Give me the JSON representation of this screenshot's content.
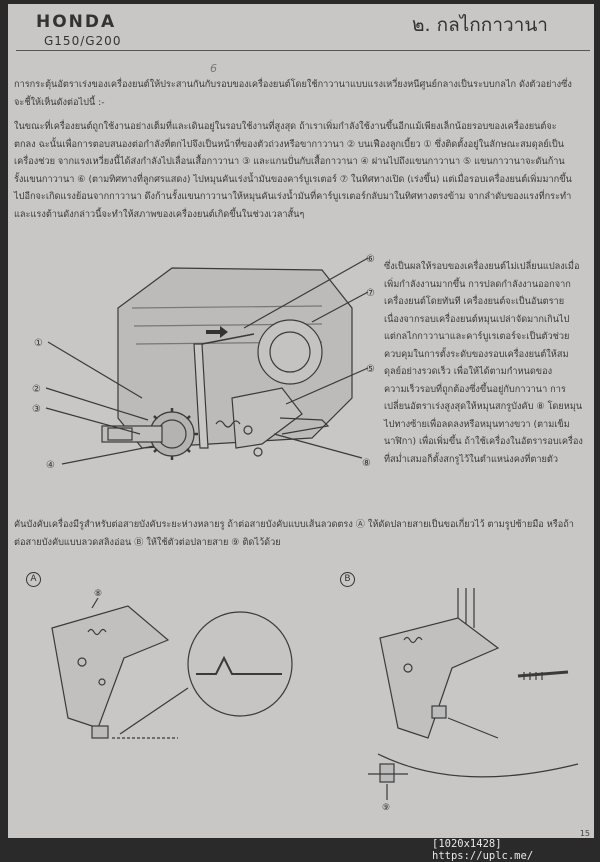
{
  "header": {
    "brand": "HONDA",
    "model": "G150/G200",
    "chapter": "๒. กลไกกาวานา"
  },
  "pencil_mark": "6",
  "body": {
    "para1": "การกระตุ้นอัตราเร่งของเครื่องยนต์ให้ประสานกันกับรอบของเครื่องยนต์โดยใช้กาวานาแบบแรงเหวี่ยงหนีศูนย์กลางเป็นระบบกลไก ดังตัวอย่างซึ่งจะชี้ให้เห็นดังต่อไปนี้ :-",
    "para2": "ในขณะที่เครื่องยนต์ถูกใช้งานอย่างเต็มที่และเดินอยู่ในรอบใช้งานที่สูงสุด ถ้าเราเพิ่มกำลังใช้งานขึ้นอีกแม้เพียงเล็กน้อยรอบของเครื่องยนต์จะตกลง ฉะนั้นเพื่อการตอบสนองต่อกำลังที่ตกไปจึงเป็นหน้าที่ของตัวถ่วงหรือขากาวานา ② บนเฟืองลูกเบี้ยว ① ซึ่งติดตั้งอยู่ในลักษณะสมดุลย์เป็นเครื่องช่วย จากแรงเหวี่ยงนี้ได้ส่งกำลังไปเลื่อนเสื้อกาวานา ③ และแกนปั่นกับเสื้อกาวานา ④ ผ่านไปถึงแขนกาวานา ⑤ แขนกาวานาจะดันก้านรั้งแขนกาวานา ⑥ (ตามทิศทางที่ลูกศรแสดง) ไปหมุนคันเร่งน้ำมันของคาร์บูเรเตอร์ ⑦ ในทิศทางเปิด (เร่งขึ้น) แต่เมื่อรอบเครื่องยนต์เพิ่มมากขึ้นไปอีกจะเกิดแรงย้อนจากกาวานา ดึงก้านรั้งแขนกาวานาให้หมุนคันเร่งน้ำมันที่คาร์บูเรเตอร์กลับมาในทิศทางตรงข้าม จากลำดับของแรงที่กระทำและแรงต้านดังกล่าวนี้จะทำให้สภาพของเครื่องยนต์เกิดขึ้นในช่วงเวลาสั้นๆ",
    "para3": "ซึ่งเป็นผลให้รอบของเครื่องยนต์ไม่เปลี่ยนแปลงเมื่อเพิ่มกำลังงานมากขึ้น การปลดกำลังงานออกจากเครื่องยนต์โดยทันที เครื่องยนต์จะเป็นอันตราย เนื่องจากรอบเครื่องยนต์หมุนเปล่าจัดมากเกินไป แต่กลไกกาวานาและคาร์บูเรเตอร์จะเป็นตัวช่วยควบคุมในการตั้งระดับของรอบเครื่องยนต์ให้สมดุลย์อย่างรวดเร็ว เพื่อให้ได้ตามกำหนดของความเร็วรอบที่ถูกต้องซึ่งขึ้นอยู่กับกาวานา การเปลี่ยนอัตราเร่งสูงสุดให้หมุนสกรูบังคับ ⑧ โดยหมุนไปทางซ้ายเพื่อลดลงหรือหมุนทางขวา (ตามเข็มนาฬิกา) เพื่อเพิ่มขึ้น ถ้าใช้เครื่องในอัตรารอบเครื่องที่สม่ำเสมอก็ตั้งสกรูไว้ในตำแหน่งคงที่ตายตัว",
    "para4": "คันบังคับเครื่องมีรูสำหรับต่อสายบังคับระยะห่างหลายรู ถ้าต่อสายบังคับแบบเส้นลวดตรง Ⓐ ให้ดัดปลายสายเป็นขอเกี่ยวไว้ ตามรูปซ้ายมือ หรือถ้าต่อสายบังคับแบบลวดสลิงอ่อน Ⓑ ให้ใช้ตัวต่อปลายสาย ⑨ ติดไว้ด้วย"
  },
  "figure_labels": {
    "main": [
      "①",
      "②",
      "③",
      "④",
      "⑤",
      "⑥",
      "⑦",
      "⑧"
    ],
    "A": "A",
    "B": "B",
    "a8": "⑧",
    "b9": "⑨"
  },
  "footer": {
    "page_corner": "15",
    "watermark": "[1020x1428] https://uplc.me/"
  }
}
